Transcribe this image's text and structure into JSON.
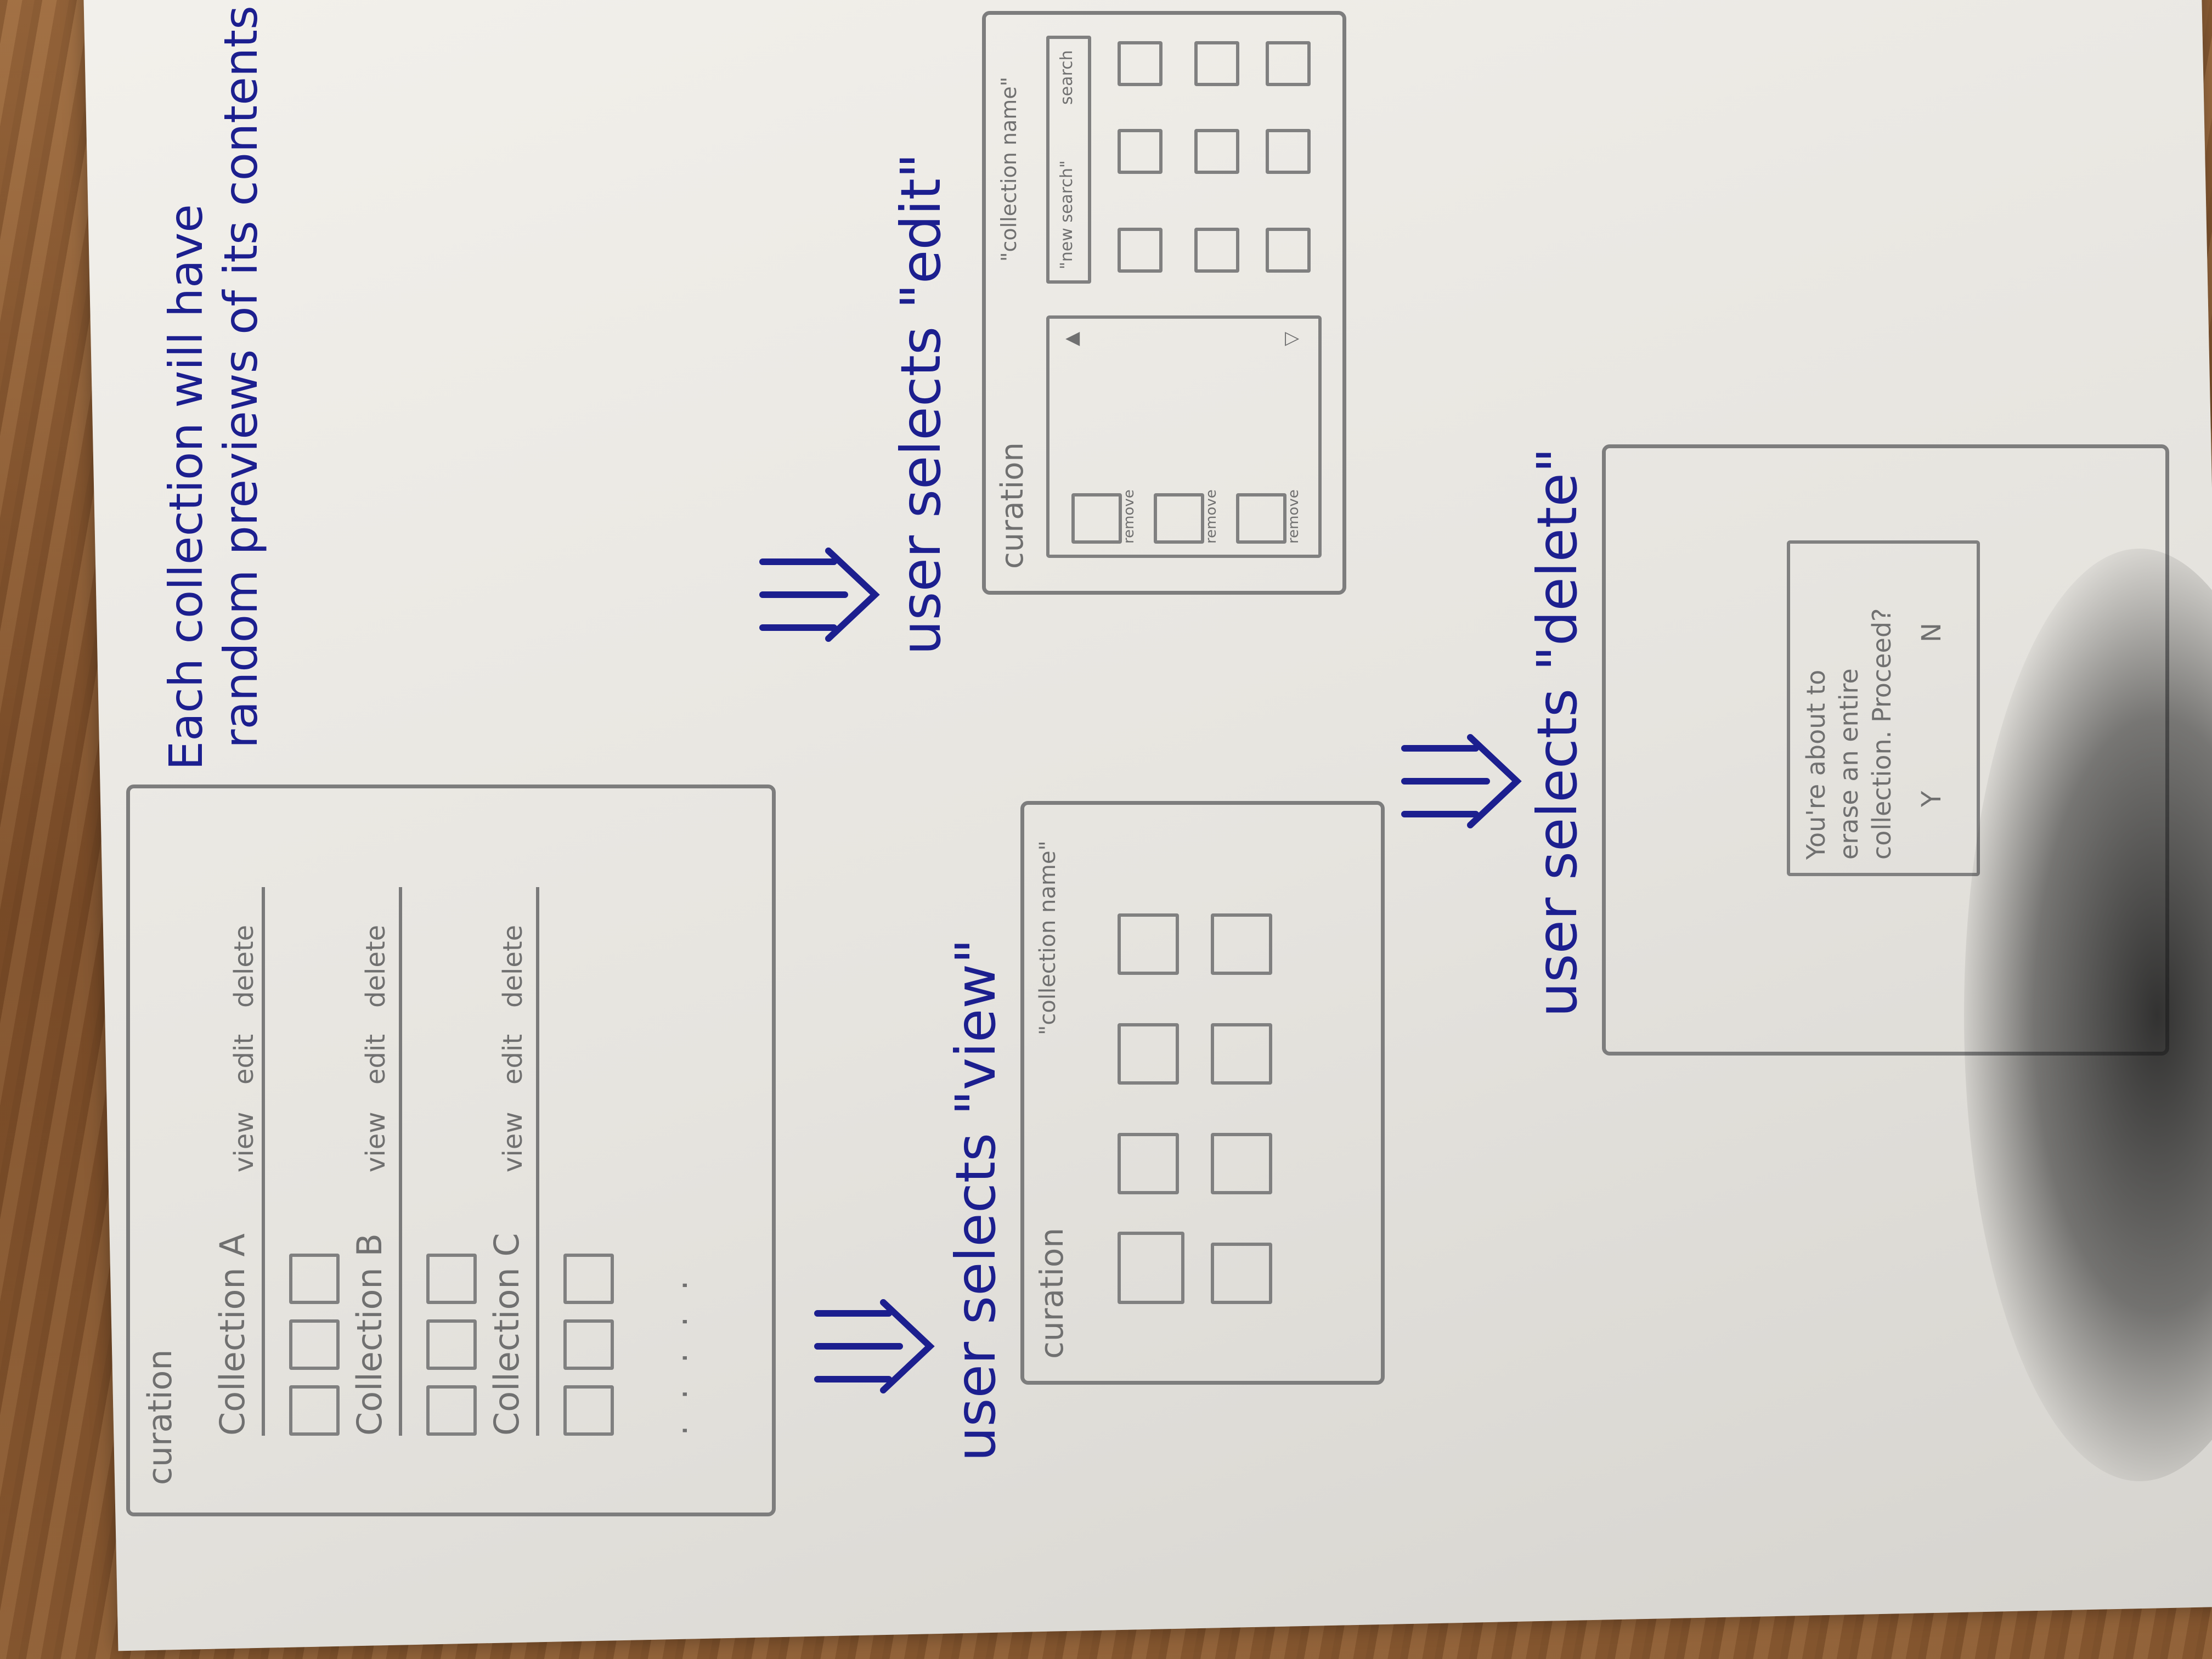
{
  "note": {
    "line1": "Each collection will have",
    "line2": "random previews of its contents"
  },
  "main_sketch": {
    "title": "curation",
    "collections": [
      {
        "name": "Collection A",
        "actions": [
          "view",
          "edit",
          "delete"
        ]
      },
      {
        "name": "Collection B",
        "actions": [
          "view",
          "edit",
          "delete"
        ]
      },
      {
        "name": "Collection C",
        "actions": [
          "view",
          "edit",
          "delete"
        ]
      }
    ],
    "more": ". . . . ."
  },
  "view_flow": {
    "caption": "user selects \"view\"",
    "title": "curation",
    "collection_name": "\"collection name\""
  },
  "edit_flow": {
    "caption": "user selects \"edit\"",
    "title": "curation",
    "collection_name": "\"collection name\"",
    "new_search": "\"new search\"",
    "search": "search",
    "panel_label": "remove"
  },
  "delete_flow": {
    "caption": "user selects \"delete\"",
    "dialog_line1": "You're about to",
    "dialog_line2": "erase an entire",
    "dialog_line3": "collection. Proceed?",
    "yes": "Y",
    "no": "N"
  },
  "colors": {
    "ink": "#1c1f8f",
    "pencil": "#7d7d7d",
    "paper": "#ecebe6"
  }
}
